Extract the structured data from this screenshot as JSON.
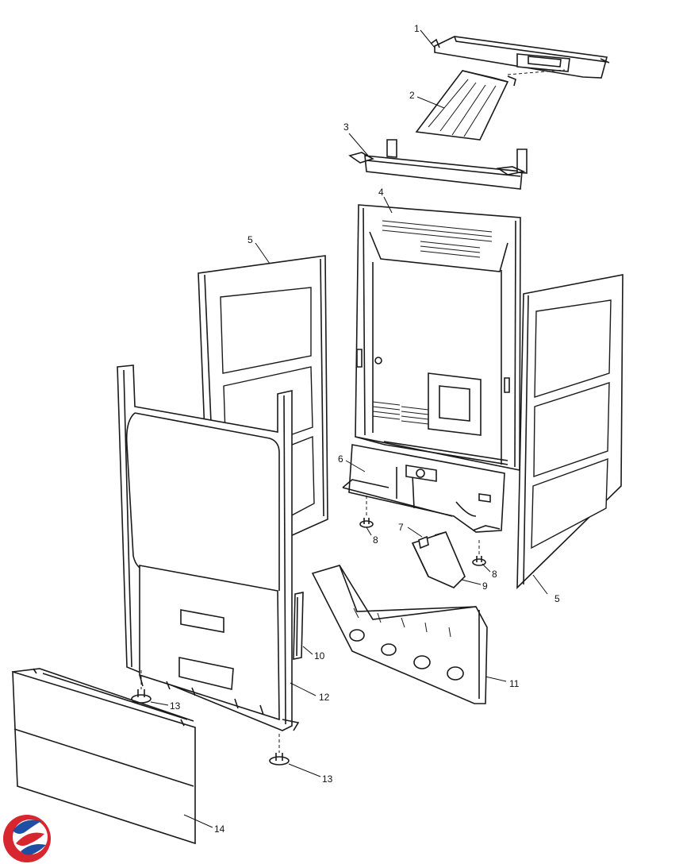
{
  "callouts": {
    "c1": "1",
    "c2": "2",
    "c3": "3",
    "c4": "4",
    "c5a": "5",
    "c5b": "5",
    "c6": "6",
    "c7": "7",
    "c8a": "8",
    "c8b": "8",
    "c9": "9",
    "c10": "10",
    "c11": "11",
    "c12": "12",
    "c13a": "13",
    "c13b": "13",
    "c14": "14"
  },
  "logo": {
    "colors": [
      "#d7262f",
      "#1f4fa3",
      "#ffffff"
    ],
    "name": "brand-logo"
  }
}
